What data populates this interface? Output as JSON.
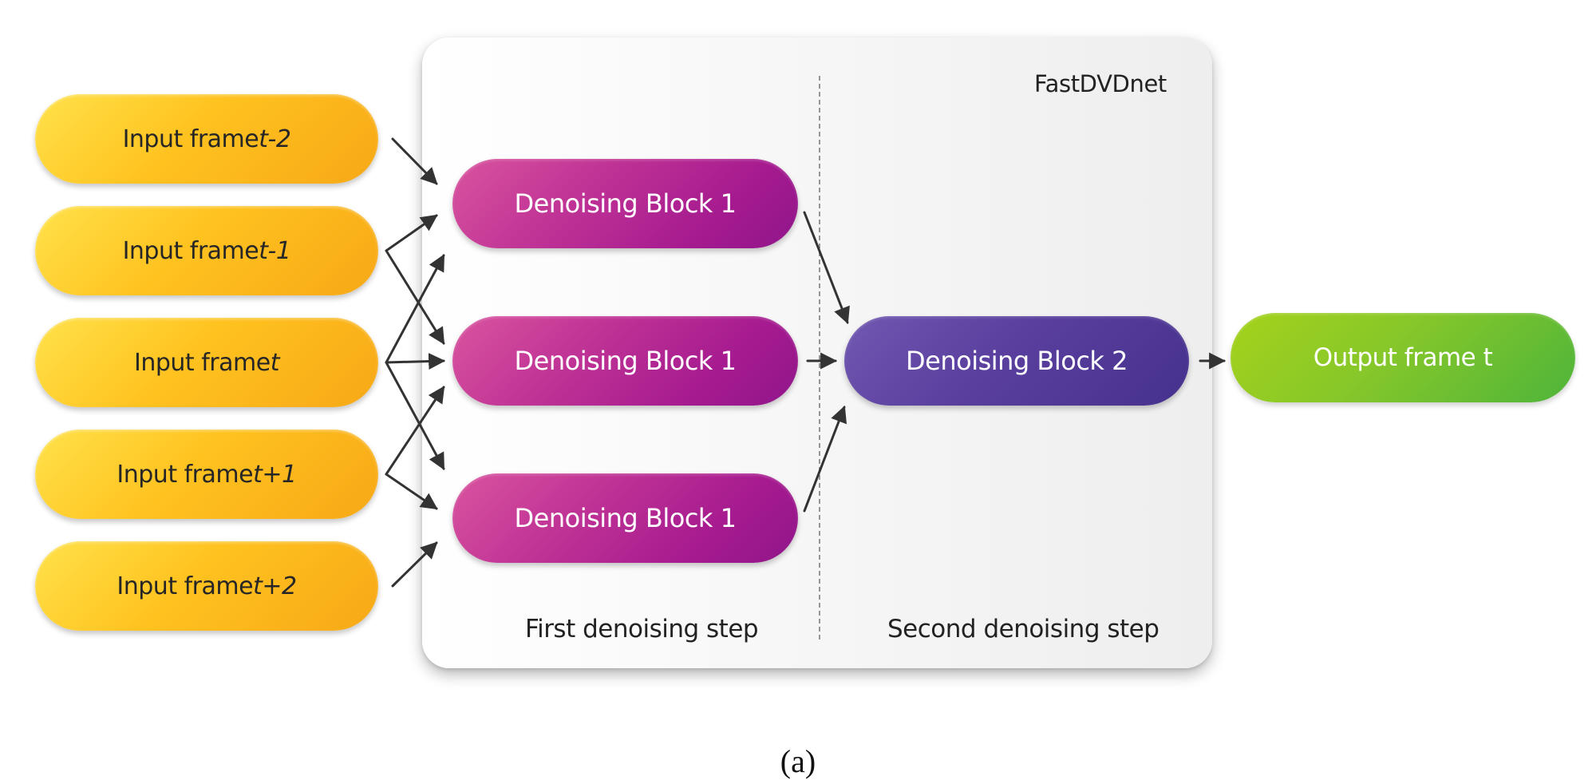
{
  "container": {
    "title": "FastDVDnet",
    "first_step_label": "First denoising step",
    "second_step_label": "Second denoising step"
  },
  "inputs": [
    {
      "prefix": "Input frame ",
      "frame": "t-2"
    },
    {
      "prefix": "Input frame ",
      "frame": "t-1"
    },
    {
      "prefix": "Input frame ",
      "frame": "t"
    },
    {
      "prefix": "Input frame ",
      "frame": "t+1"
    },
    {
      "prefix": "Input frame ",
      "frame": "t+2"
    }
  ],
  "stage1_blocks": [
    {
      "label": "Denoising Block 1"
    },
    {
      "label": "Denoising Block 1"
    },
    {
      "label": "Denoising Block 1"
    }
  ],
  "stage2_block": {
    "label": "Denoising Block 2"
  },
  "output": {
    "label": "Output frame t"
  },
  "caption": "(a)",
  "colors": {
    "input_frames": "#f8b61a",
    "stage1_blocks": "#b1248f",
    "stage2_block": "#56409b",
    "output_frame": "#78c12c",
    "arrows": "#333333"
  }
}
